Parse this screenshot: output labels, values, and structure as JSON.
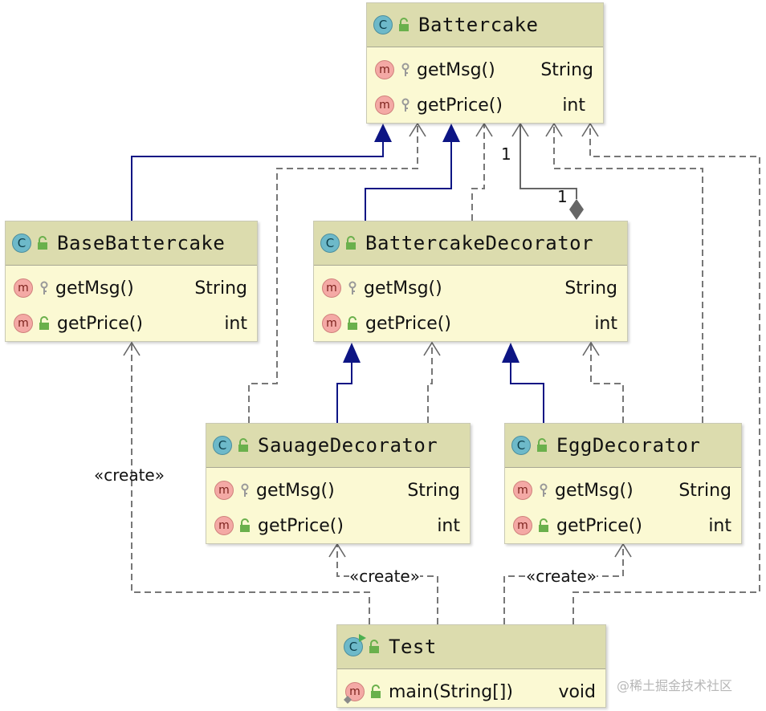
{
  "classes": {
    "battercake": {
      "name": "Battercake",
      "methods": [
        {
          "name": "getMsg()",
          "type": "String"
        },
        {
          "name": "getPrice()",
          "type": "int"
        }
      ]
    },
    "base": {
      "name": "BaseBattercake",
      "methods": [
        {
          "name": "getMsg()",
          "type": "String"
        },
        {
          "name": "getPrice()",
          "type": "int"
        }
      ]
    },
    "decorator": {
      "name": "BattercakeDecorator",
      "methods": [
        {
          "name": "getMsg()",
          "type": "String"
        },
        {
          "name": "getPrice()",
          "type": "int"
        }
      ]
    },
    "sauage": {
      "name": "SauageDecorator",
      "methods": [
        {
          "name": "getMsg()",
          "type": "String"
        },
        {
          "name": "getPrice()",
          "type": "int"
        }
      ]
    },
    "egg": {
      "name": "EggDecorator",
      "methods": [
        {
          "name": "getMsg()",
          "type": "String"
        },
        {
          "name": "getPrice()",
          "type": "int"
        }
      ]
    },
    "test": {
      "name": "Test",
      "methods": [
        {
          "name": "main(String[])",
          "type": "void"
        }
      ]
    }
  },
  "icons": {
    "class": "C",
    "method": "m"
  },
  "labels": {
    "create_base": "«create»",
    "create_sauage": "«create»",
    "create_egg": "«create»",
    "mult_battercake": "1",
    "mult_decorator": "1"
  },
  "watermark": "@稀土掘金技术社区",
  "colors": {
    "header": "#dcdcae",
    "body": "#fbf9d3",
    "inheritance": "#0d1584",
    "dependency": "#777777",
    "class_icon": "#6db9c9",
    "method_icon": "#f4a9a5",
    "lock_icon": "#6ab04c"
  }
}
